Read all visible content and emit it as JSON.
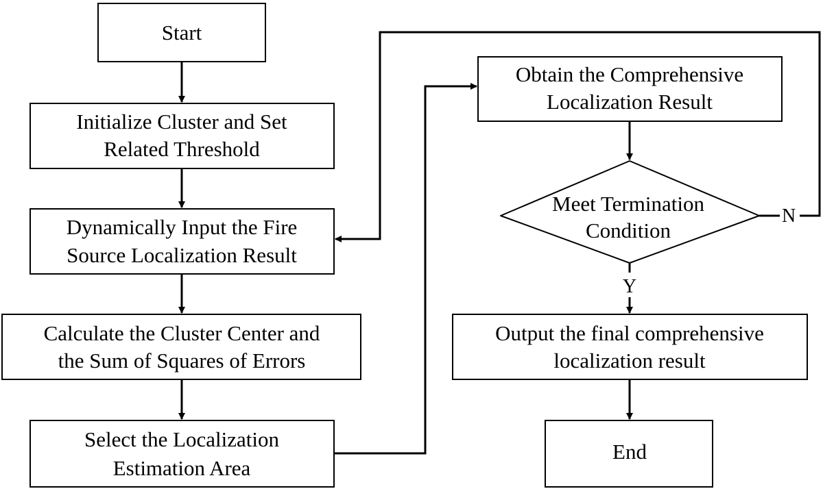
{
  "diagram": {
    "nodes": {
      "start": [
        "Start"
      ],
      "init": [
        "Initialize Cluster and Set",
        "Related Threshold"
      ],
      "input": [
        "Dynamically Input the Fire",
        "Source Localization Result"
      ],
      "calc": [
        "Calculate the Cluster Center and",
        "the Sum of Squares of Errors"
      ],
      "select": [
        "Select the Localization",
        "Estimation Area"
      ],
      "obtain": [
        "Obtain the Comprehensive",
        "Localization Result"
      ],
      "meet": [
        "Meet Termination",
        "Condition"
      ],
      "output": [
        "Output the final comprehensive",
        "localization result"
      ],
      "end": [
        "End"
      ]
    },
    "edge_labels": {
      "no": "N",
      "yes": "Y"
    }
  }
}
